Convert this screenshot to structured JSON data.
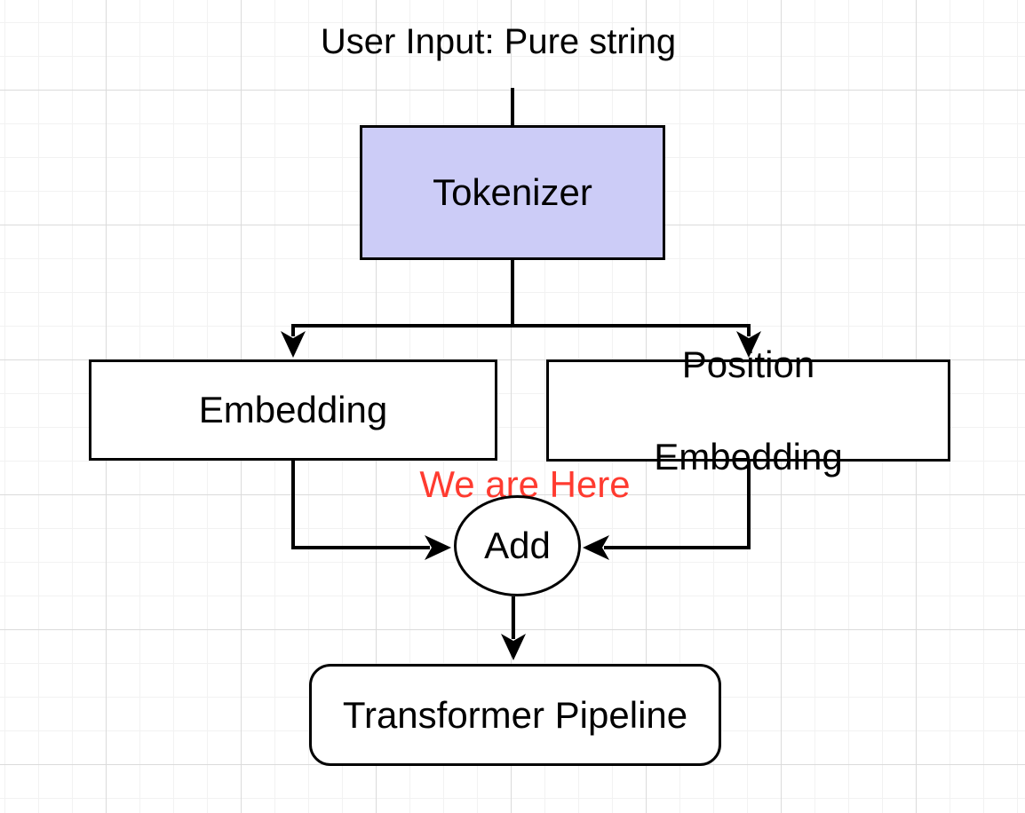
{
  "diagram": {
    "title": "User Input: Pure string",
    "nodes": {
      "tokenizer": {
        "label": "Tokenizer",
        "shape": "rectangle",
        "fill": "#CCCCF7"
      },
      "embedding": {
        "label": "Embedding",
        "shape": "rectangle",
        "fill": "#FFFFFF"
      },
      "position_embedding": {
        "label": "Position Embedding",
        "line1": "Position",
        "line2": "Embedding",
        "shape": "rectangle",
        "fill": "#FFFFFF"
      },
      "add": {
        "label": "Add",
        "shape": "ellipse",
        "fill": "#FFFFFF"
      },
      "transformer_pipeline": {
        "label": "Transformer Pipeline",
        "shape": "rounded-rectangle",
        "fill": "#FFFFFF"
      }
    },
    "annotation": {
      "text": "We are Here",
      "color": "#FF3B30"
    },
    "edges": [
      {
        "from": "user-input",
        "to": "tokenizer",
        "arrow": false
      },
      {
        "from": "tokenizer",
        "to": "embedding",
        "arrow": true
      },
      {
        "from": "tokenizer",
        "to": "position-embedding",
        "arrow": true
      },
      {
        "from": "embedding",
        "to": "add",
        "arrow": true
      },
      {
        "from": "position-embedding",
        "to": "add",
        "arrow": true
      },
      {
        "from": "add",
        "to": "transformer-pipeline",
        "arrow": true
      }
    ],
    "colors": {
      "background": "#FFFFFF",
      "grid_minor": "#F2F2F2",
      "grid_major": "#DBDBDB",
      "stroke": "#000000",
      "tokenizer_fill": "#CCCCF7",
      "annotation_red": "#FF3B30"
    }
  }
}
